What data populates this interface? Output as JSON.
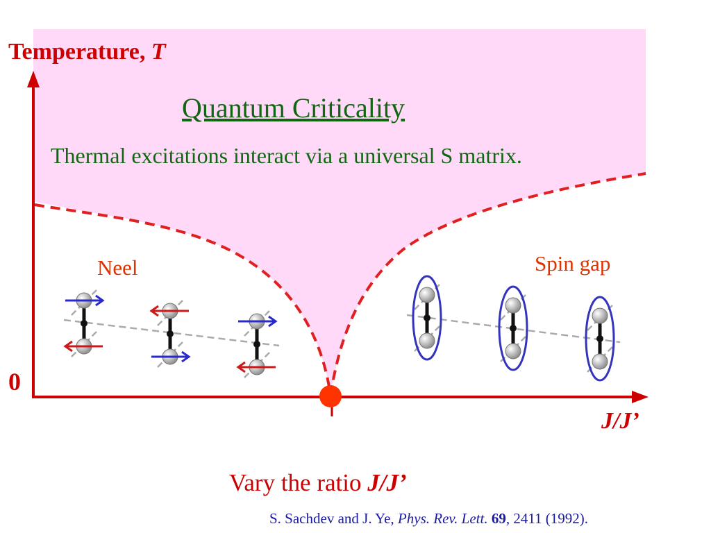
{
  "labels": {
    "y_axis_main": "Temperature, ",
    "y_axis_var": "T",
    "origin": "0",
    "x_axis": "J/J’",
    "title": "Quantum Criticality",
    "subtitle": "Thermal excitations interact via a universal S matrix.",
    "left_phase": "Neel",
    "right_phase": "Spin gap",
    "vary_text": "Vary the ratio ",
    "vary_var": "J/J’"
  },
  "citation": {
    "authors": "S. Sachdev and J. Ye, ",
    "journal": "Phys. Rev. Lett.",
    "volume": "69",
    "pages_year": ", 2411 (1992)."
  },
  "colors": {
    "region_fill": "#ffd9f7",
    "axis": "#cc0000",
    "boundary": "#e02020",
    "critical_point": "#ff3300",
    "title": "#116611",
    "up_spin_arrow": "#2a2acc",
    "down_spin_arrow": "#cc1a1a",
    "singlet_ellipse": "#3333bb"
  },
  "dimers": {
    "neel": [
      {
        "top_arrow": "right",
        "bottom_arrow": "left"
      },
      {
        "top_arrow": "left",
        "bottom_arrow": "right"
      },
      {
        "top_arrow": "right",
        "bottom_arrow": "left"
      }
    ],
    "spin_gap_count": 3
  }
}
